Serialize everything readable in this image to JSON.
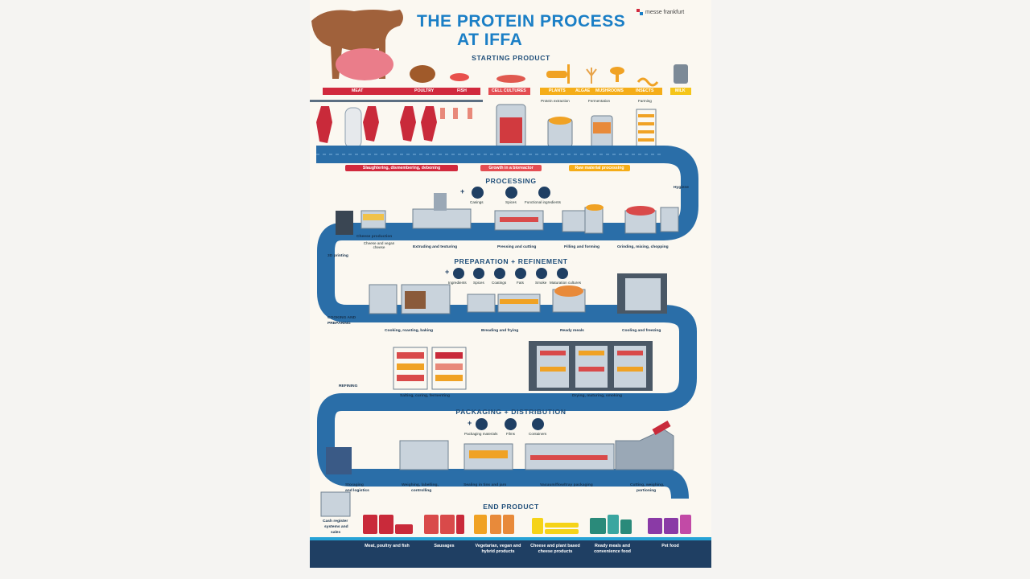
{
  "header": {
    "title_line1": "THE PROTEIN PROCESS",
    "title_line2": "AT IFFA",
    "brand": "messe frankfurt"
  },
  "sections": {
    "starting": "STARTING PRODUCT",
    "processing": "PROCESSING",
    "preparation": "PREPARATION + REFINEMENT",
    "packaging": "PACKAGING + DISTRIBUTION",
    "end": "END PRODUCT"
  },
  "starting_products": {
    "meat": "MEAT",
    "poultry": "POULTRY",
    "fish": "FISH",
    "cell_cultures": "CELL CULTURES",
    "plants": "PLANTS",
    "algae": "ALGAE",
    "mushrooms": "MUSHROOMS",
    "insects": "INSECTS",
    "milk": "MILK",
    "protein_extraction": "Protein extraction",
    "fermentation": "Fermentation",
    "farming": "Farming"
  },
  "stage_chips": {
    "slaughter": "Slaughtering, dismembering, deboning",
    "bioreactor": "Growth in a bioreactor",
    "raw": "Raw material processing"
  },
  "processing": {
    "hygiene": "Hygiene",
    "addons": [
      "Casings",
      "Spices",
      "Functional ingredients"
    ],
    "steps": {
      "cheese": "Cheese production",
      "cheese_sub": "Cheese and vegan cheese",
      "printing": "3D printing",
      "extruding": "Extruding and texturing",
      "pressing": "Pressing and cutting",
      "filling": "Filling and forming",
      "grinding": "Grinding, mixing, chopping"
    }
  },
  "preparation": {
    "addons": [
      "Ingredients",
      "Spices",
      "Coatings",
      "Fats",
      "Smoke",
      "Maturation cultures"
    ],
    "cooking_label_1": "COOKING AND",
    "cooking_label_2": "PREPARING",
    "refining_label": "REFINING",
    "steps": {
      "cooking": "Cooking, roasting, baking",
      "breading": "Breading and frying",
      "ready": "Ready meals",
      "cooling": "Cooling and freezing",
      "salting": "Salting, curing, fermenting",
      "drying": "Drying, maturing, smoking"
    }
  },
  "packaging": {
    "addons": [
      "Packaging materials",
      "Films",
      "Containers"
    ],
    "steps": {
      "storage_1": "Storaging",
      "storage_2": "and logistics",
      "weighing_1": "Weighing, labelling,",
      "weighing_2": "controlling",
      "sealing": "Sealing in tins and jars",
      "vacuum": "Vacuum/flow/tray packaging",
      "cutting_1": "Cutting, weighing,",
      "cutting_2": "portioning"
    }
  },
  "end_product": {
    "cash_1": "Cash register",
    "cash_2": "systems and",
    "cash_3": "sales",
    "items": [
      "Meat, poultry and fish",
      "Sausages",
      "Vegetarian, vegan and hybrid products",
      "Cheese and plant based cheese products",
      "Ready meals and convenience food",
      "Pet food"
    ]
  },
  "colors": {
    "road": "#2a6ea8",
    "navy": "#1f3f63",
    "accent_blue": "#1b7fc6",
    "red": "#d1293d",
    "yellow": "#f5ad18",
    "poster_bg": "#fbf8f1"
  }
}
